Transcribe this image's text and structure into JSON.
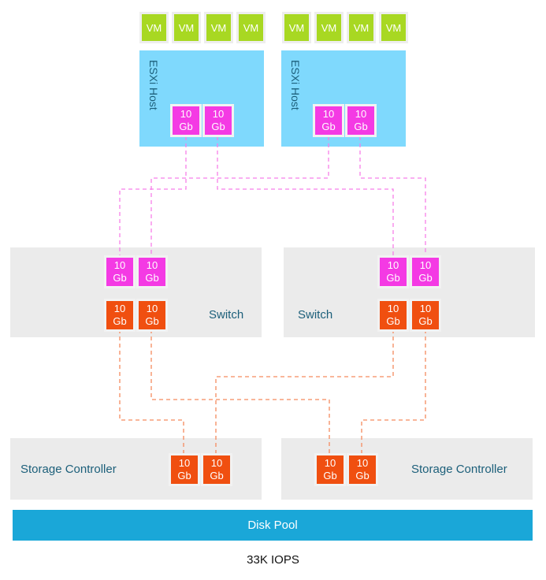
{
  "vm_label": "VM",
  "hosts": [
    {
      "label": "ESXi Host"
    },
    {
      "label": "ESXi Host"
    }
  ],
  "port": {
    "speed": "10",
    "unit": "Gb"
  },
  "switches": [
    {
      "label": "Switch"
    },
    {
      "label": "Switch"
    }
  ],
  "storage_controllers": [
    {
      "label": "Storage Controller"
    },
    {
      "label": "Storage Controller"
    }
  ],
  "disk_pool": "Disk Pool",
  "performance": "33K IOPS",
  "colors": {
    "vm": "#a8d822",
    "host": "#7fd9fd",
    "host_link": "#f43ae4",
    "storage_link": "#f04f10",
    "panel": "#ebebeb",
    "disk_pool": "#1aa7d8",
    "label_text": "#1c5f7a"
  }
}
